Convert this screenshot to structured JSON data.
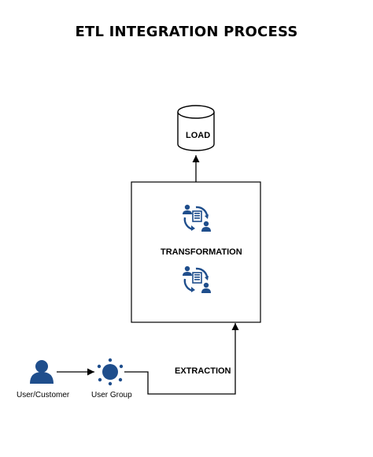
{
  "title": "ETL INTEGRATION PROCESS",
  "nodes": {
    "load": "LOAD",
    "transformation": "TRANSFORMATION",
    "extraction": "EXTRACTION",
    "user_customer": "User/Customer",
    "user_group": "User Group"
  },
  "icons": {
    "load": "database-cylinder",
    "transformation": "data-exchange-icon",
    "user_customer": "person-icon",
    "user_group": "user-group-icon"
  },
  "colors": {
    "accent": "#1f4e8c",
    "stroke": "#000000"
  }
}
